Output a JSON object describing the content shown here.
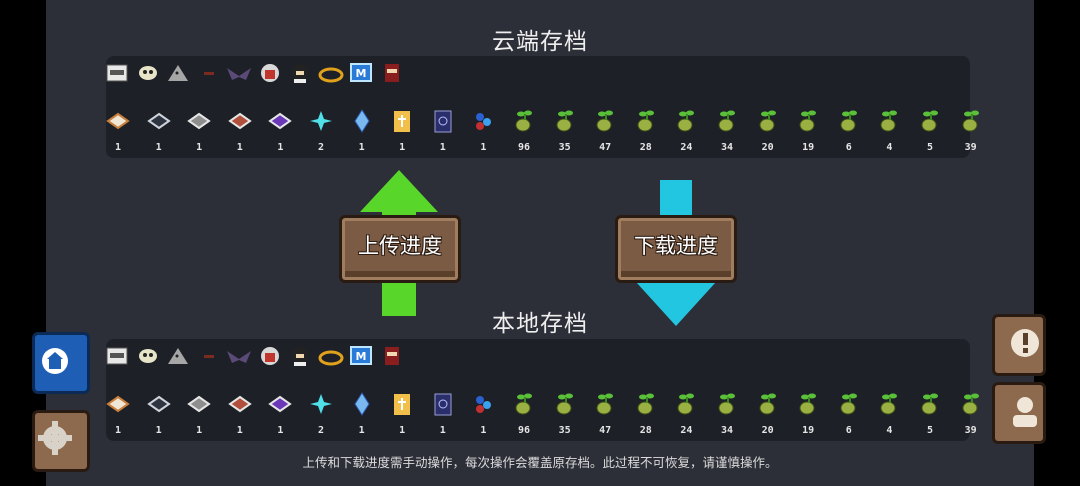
{
  "cloud": {
    "title": "云端存档",
    "counts": [
      "1",
      "1",
      "1",
      "1",
      "1",
      "2",
      "1",
      "1",
      "1",
      "1",
      "96",
      "35",
      "47",
      "28",
      "24",
      "34",
      "20",
      "19",
      "6",
      "4",
      "5",
      "39"
    ]
  },
  "local": {
    "title": "本地存档",
    "counts": [
      "1",
      "1",
      "1",
      "1",
      "1",
      "2",
      "1",
      "1",
      "1",
      "1",
      "96",
      "35",
      "47",
      "28",
      "24",
      "34",
      "20",
      "19",
      "6",
      "4",
      "5",
      "39"
    ]
  },
  "actions": {
    "upload_label": "上传进度",
    "download_label": "下载进度"
  },
  "footer_note": "上传和下载进度需手动操作，每次操作会覆盖原存档。此过程不可恢复，请谨慎操作。",
  "colors": {
    "background": "#2c2f38",
    "panel": "#1d2026",
    "upload_arrow": "#58d62a",
    "download_arrow": "#22c6e0",
    "wood": "#7b5b43"
  },
  "icons": {
    "top_row": [
      "tap-card-icon",
      "ghost-mask-icon",
      "stone-shark-icon",
      "tiny-gun-icon",
      "bat-icon",
      "red-oni-icon",
      "hooded-ninja-icon",
      "golden-crown-icon",
      "blue-m-badge-icon",
      "red-knight-icon"
    ],
    "materials": [
      "wood-plate-icon",
      "iron-plate-icon",
      "stone-plate-icon",
      "copper-plate-icon",
      "purple-plate-icon",
      "blue-crystal-shard-icon",
      "blue-gem-icon",
      "golden-scroll-icon",
      "dark-tome-icon",
      "blue-flower-icon"
    ],
    "seeds": "sprout-seed-icon"
  },
  "left_buttons": [
    "cloud-save-icon",
    "settings-gear-icon"
  ],
  "right_buttons": [
    "alert-icon",
    "profile-icon"
  ]
}
